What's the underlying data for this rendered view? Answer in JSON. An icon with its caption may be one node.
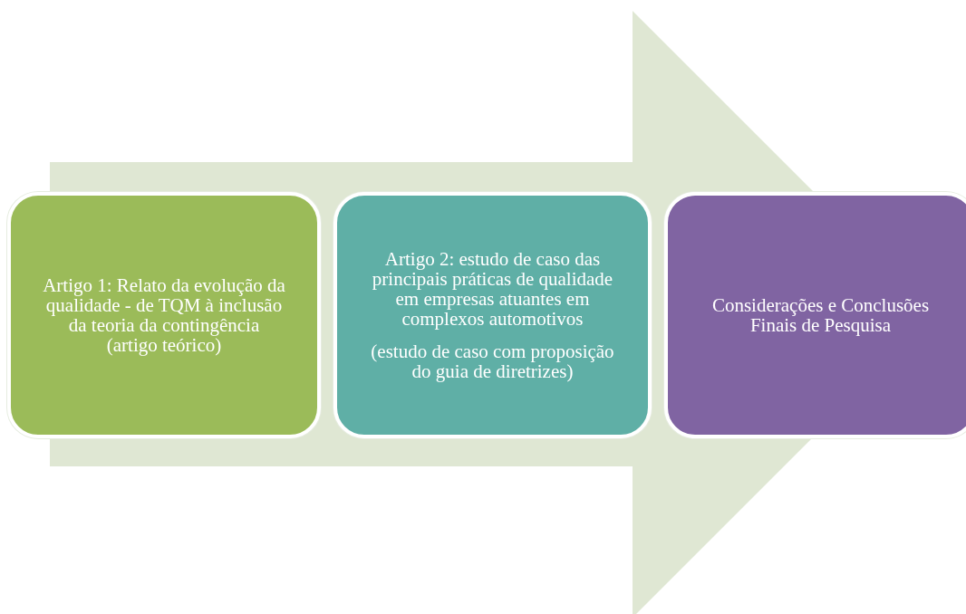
{
  "diagram": {
    "nodes": [
      {
        "text": [
          "Artigo 1: Relato da evolução da qualidade - de TQM à inclusão da teoria da contingência (artigo teórico)"
        ]
      },
      {
        "text": [
          "Artigo 2: estudo de caso das principais práticas de qualidade em empresas atuantes em complexos automotivos",
          "(estudo de caso com proposição do guia de diretrizes)"
        ]
      },
      {
        "text": [
          "Considerações e Conclusões Finais de Pesquisa"
        ]
      }
    ],
    "edges": [
      {
        "from": 0,
        "to": 2,
        "arrow": "to"
      }
    ]
  }
}
